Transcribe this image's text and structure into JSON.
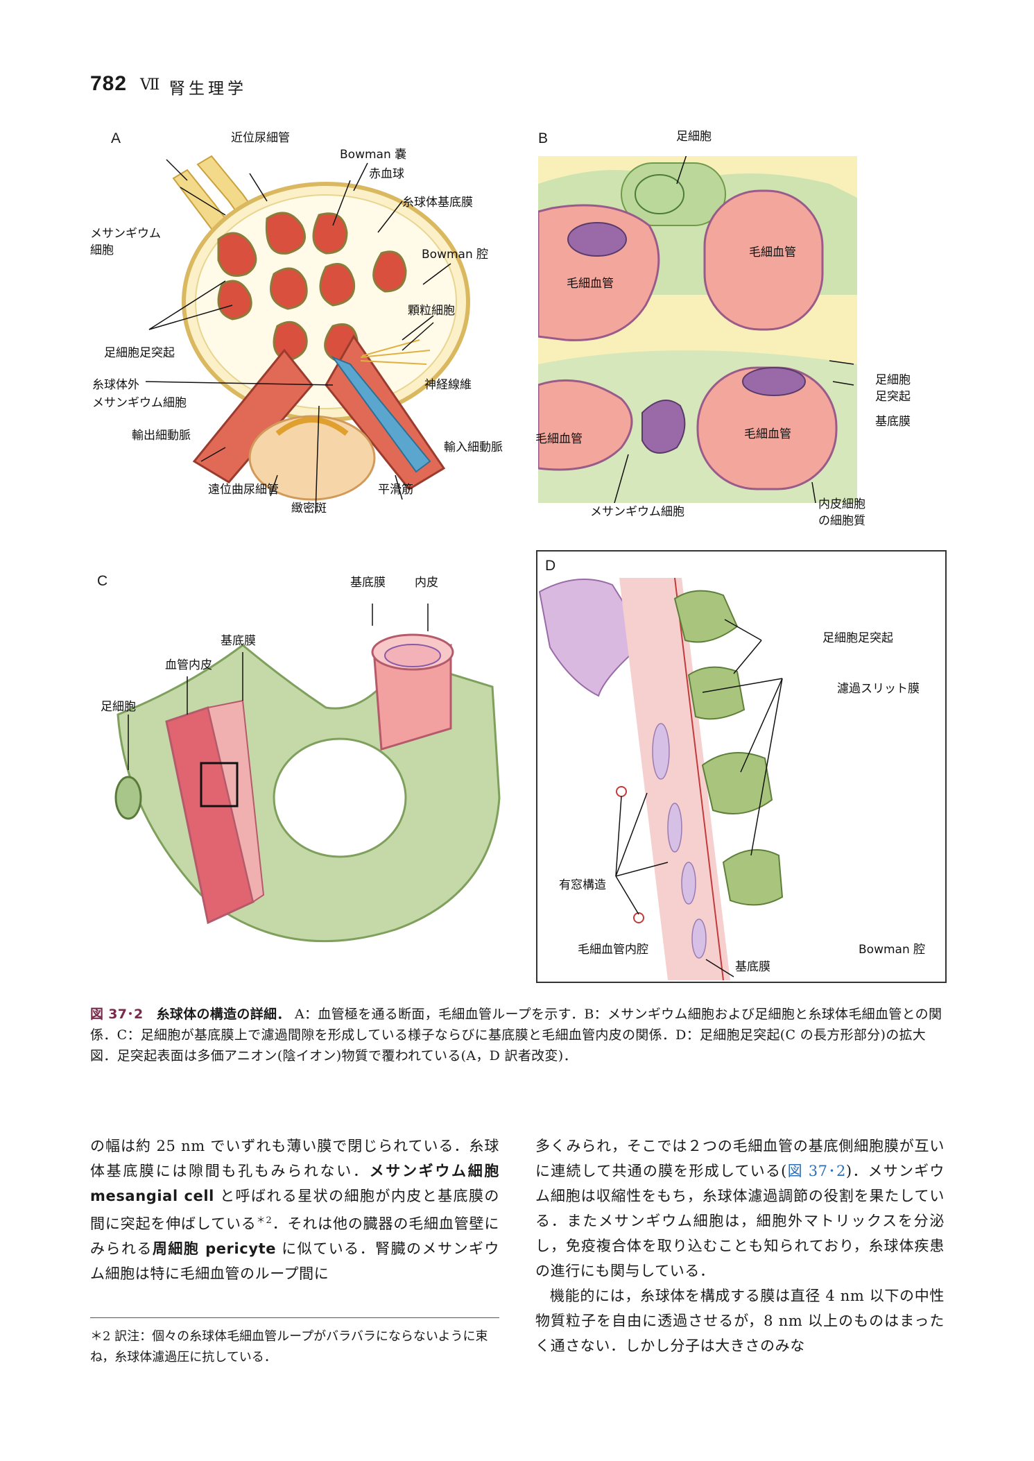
{
  "header": {
    "page_number": "782",
    "section": "Ⅶ",
    "title": "腎生理学"
  },
  "figure": {
    "panel_a": {
      "label": "A",
      "labels": {
        "proximal_tubule": "近位尿細管",
        "bowman_capsule": "Bowman 嚢",
        "rbc": "赤血球",
        "gbm": "糸球体基底膜",
        "mesangial_1": "メサンギウム",
        "mesangial_2": "細胞",
        "bowman_space": "Bowman 腔",
        "granular_cell": "顆粒細胞",
        "foot_process": "足細胞足突起",
        "extraglomerular_1": "糸球体外",
        "extraglomerular_2": "メサンギウム細胞",
        "nerve": "神経線維",
        "efferent": "輸出細動脈",
        "afferent": "輸入細動脈",
        "distal": "遠位曲尿細管",
        "smooth_muscle": "平滑筋",
        "macula_densa": "緻密斑"
      }
    },
    "panel_b": {
      "label": "B",
      "labels": {
        "podocyte": "足細胞",
        "capillary_1": "毛細血管",
        "capillary_2": "毛細血管",
        "capillary_3": "毛細血管",
        "capillary_4": "毛細血管",
        "foot_1": "足細胞",
        "foot_2": "足突起",
        "basement": "基底膜",
        "mesangial": "メサンギウム細胞",
        "endo_1": "内皮細胞",
        "endo_2": "の細胞質"
      }
    },
    "panel_c": {
      "label": "C",
      "labels": {
        "basement_top": "基底膜",
        "endothelium_top": "内皮",
        "basement_mid": "基底膜",
        "vessel_endo": "血管内皮",
        "podocyte": "足細胞"
      }
    },
    "panel_d": {
      "label": "D",
      "labels": {
        "foot_process": "足細胞足突起",
        "slit": "濾過スリット膜",
        "fenestra": "有窓構造",
        "lumen": "毛細血管内腔",
        "bowman": "Bowman 腔",
        "basement": "基底膜"
      }
    },
    "caption": {
      "number": "図 37･2",
      "title": "糸球体の構造の詳細．",
      "text": "A：血管極を通る断面，毛細血管ループを示す．B：メサンギウム細胞および足細胞と糸球体毛細血管との関係．C：足細胞が基底膜上で濾過間隙を形成している様子ならびに基底膜と毛細血管内皮の関係．D：足細胞足突起(C の長方形部分)の拡大図．足突起表面は多価アニオン(陰イオン)物質で覆われている(A，D 訳者改変)．"
    }
  },
  "body": {
    "left_1": "の幅は約 25 nm でいずれも薄い膜で閉じられている．糸球体基底膜には隙間も孔もみられない．",
    "left_term1": "メサンギウム細胞 mesangial cell",
    "left_2": " と呼ばれる星状の細胞が内皮と基底膜の間に突起を伸ばしている",
    "left_sup": "＊2",
    "left_3": "．それは他の臓器の毛細血管壁にみられる",
    "left_term2": "周細胞 pericyte",
    "left_4": " に似ている．腎臓のメサンギウム細胞は特に毛細血管のループ間に",
    "right_1": "多くみられ，そこでは２つの毛細血管の基底側細胞膜が互いに連続して共通の膜を形成している(",
    "right_ref": "図 37･2",
    "right_2": ")．メサンギウム細胞は収縮性をもち，糸球体濾過調節の役割を果たしている．またメサンギウム細胞は，細胞外マトリックスを分泌し，免疫複合体を取り込むことも知られており，糸球体疾患の進行にも関与している．",
    "right_3": "機能的には，糸球体を構成する膜は直径 4 nm 以下の中性物質粒子を自由に透過させるが，8 nm 以上のものはまったく通さない．しかし分子は大きさのみな"
  },
  "footnote": "＊2 訳注：個々の糸球体毛細血管ループがバラバラにならないように束ね，糸球体濾過圧に抗している．",
  "colors": {
    "caption_number": "#7a2a4a",
    "link": "#2f6fb5",
    "podocyte_green": "#9fbf7a",
    "capillary_pink": "#f2a79a",
    "mesangial_purple": "#9a6aa8"
  }
}
